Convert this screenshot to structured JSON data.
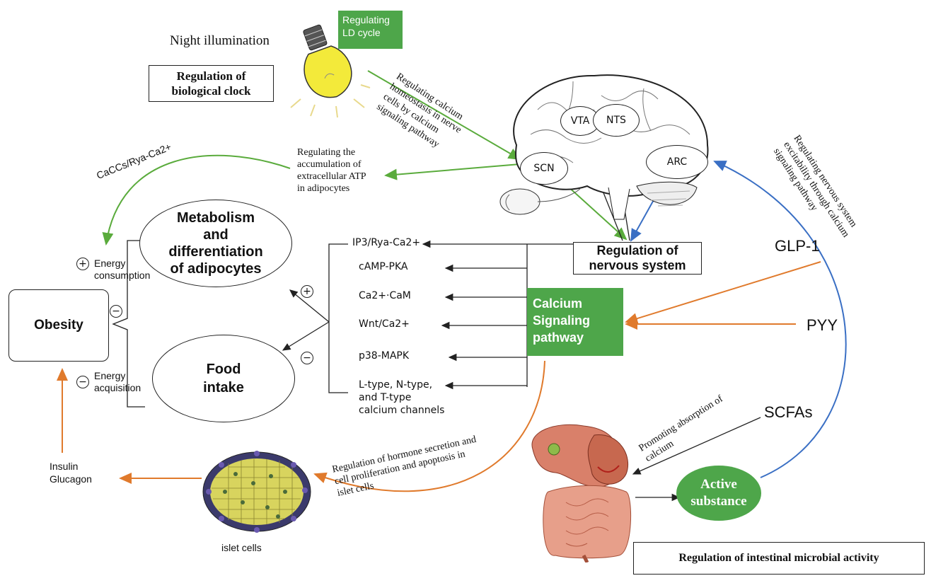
{
  "night_illumination": "Night illumination",
  "regulating_ld_cycle": [
    "Regulating",
    "LD cycle"
  ],
  "regulation_biological_clock": [
    "Regulation of",
    "biological clock"
  ],
  "calcium_homeostasis_text": [
    "Regulating calcium",
    "homeostasis in nerve",
    "cells by calcium",
    "signaling pathway"
  ],
  "brain_regions": {
    "vta": "VTA",
    "nts": "NTS",
    "scn": "SCN",
    "arc": "ARC"
  },
  "nervous_excitability_text": [
    "Regulating nervous system",
    "excitability through calcium",
    "signaling pathway"
  ],
  "atp_text": [
    "Regulating the",
    "accumulation of",
    "extracellular ATP",
    "in adipocytes"
  ],
  "cacc_label": "CaCCs/Rya-Ca2+",
  "metabolism_node": [
    "Metabolism",
    "and",
    "differentiation",
    "of adipocytes"
  ],
  "energy_consumption": [
    "Energy",
    "consumption"
  ],
  "energy_acquisition": [
    "Energy",
    "acquisition"
  ],
  "obesity": "Obesity",
  "food_intake": [
    "Food",
    "intake"
  ],
  "pathways": [
    "IP3/Rya-Ca2+",
    "cAMP-PKA",
    "Ca2+·CaM",
    "Wnt/Ca2+",
    "p38-MAPK",
    "L-type, N-type,",
    "and T-type",
    "calcium channels"
  ],
  "regulation_nervous_system": [
    "Regulation of",
    "nervous system"
  ],
  "calcium_signaling": [
    "Calcium",
    "Signaling",
    "pathway"
  ],
  "glp1": "GLP-1",
  "pyy": "PYY",
  "scfas": "SCFAs",
  "promoting_absorption": [
    "Promoting absorption of",
    "calcium"
  ],
  "active_substance": [
    "Active",
    "substance"
  ],
  "hormone_regulation_text": [
    "Regulation of hormone secretion and",
    "cell proliferation and apoptosis in",
    "islet cells"
  ],
  "insulin_glucagon": [
    "Insulin",
    "Glucagon"
  ],
  "islet_cells": "islet cells",
  "intestinal_microbial": "Regulation of intestinal microbial activity",
  "symbols": {
    "plus": "+",
    "minus": "−"
  },
  "colors": {
    "green": "#4ea64a",
    "orange": "#e07a2c",
    "blue": "#3a6fc4",
    "arrow_green": "#5aab3c"
  }
}
